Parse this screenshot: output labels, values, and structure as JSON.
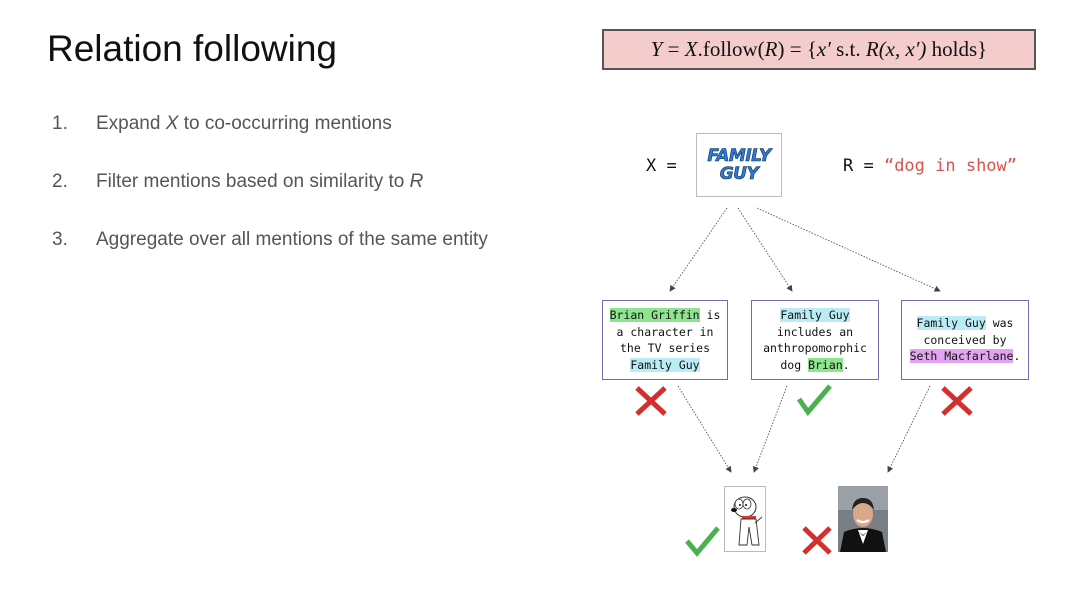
{
  "slide": {
    "title": "Relation following",
    "formula": {
      "y": "Y",
      "eq1": " = ",
      "x": "X",
      "follow": ".follow(",
      "r": "R",
      "rest": ") = {",
      "xp": "x′",
      "st": " s.t. ",
      "r2": "R",
      "args": "(x, x′)",
      "holds": " holds}"
    },
    "steps": [
      {
        "num": "1.",
        "pre": "Expand ",
        "var": "X",
        "post": " to co-occurring mentions"
      },
      {
        "num": "2.",
        "pre": "Filter mentions based on similarity to ",
        "var": "R",
        "post": ""
      },
      {
        "num": "3.",
        "pre": "Aggregate over all mentions of the same entity",
        "var": "",
        "post": ""
      }
    ]
  },
  "query": {
    "x_label": "X =",
    "logo_line1": "FAMILY",
    "logo_line2": "GUY",
    "r_label": "R = ",
    "r_value": "“dog in show”"
  },
  "mentions": [
    {
      "parts": [
        {
          "t": "Brian Griffin",
          "hl": "green"
        },
        {
          "t": " is",
          "hl": ""
        },
        {
          "br": true
        },
        {
          "t": "a character in",
          "hl": ""
        },
        {
          "br": true
        },
        {
          "t": "the TV series",
          "hl": ""
        },
        {
          "br": true
        },
        {
          "t": "Family Guy",
          "hl": "blue"
        }
      ],
      "verdict": "reject"
    },
    {
      "parts": [
        {
          "t": "Family Guy",
          "hl": "blue"
        },
        {
          "br": true
        },
        {
          "t": "includes an",
          "hl": ""
        },
        {
          "br": true
        },
        {
          "t": "anthropomorphic",
          "hl": ""
        },
        {
          "br": true
        },
        {
          "t": "dog ",
          "hl": ""
        },
        {
          "t": "Brian",
          "hl": "green"
        },
        {
          "t": ".",
          "hl": ""
        }
      ],
      "verdict": "accept"
    },
    {
      "parts": [
        {
          "t": "Family Guy",
          "hl": "blue"
        },
        {
          "t": " was",
          "hl": ""
        },
        {
          "br": true
        },
        {
          "t": "conceived by",
          "hl": ""
        },
        {
          "br": true
        },
        {
          "t": "Seth Macfarlane",
          "hl": "purple"
        },
        {
          "t": ".",
          "hl": ""
        }
      ],
      "verdict": "reject"
    }
  ],
  "entities": [
    {
      "name": "brian-griffin",
      "verdict": "accept"
    },
    {
      "name": "seth-macfarlane",
      "verdict": "reject"
    }
  ],
  "colors": {
    "check": "#4caf50",
    "cross": "#d32f2f",
    "formula_bg": "#f4cccc",
    "card_border": "#6d6fb0"
  }
}
